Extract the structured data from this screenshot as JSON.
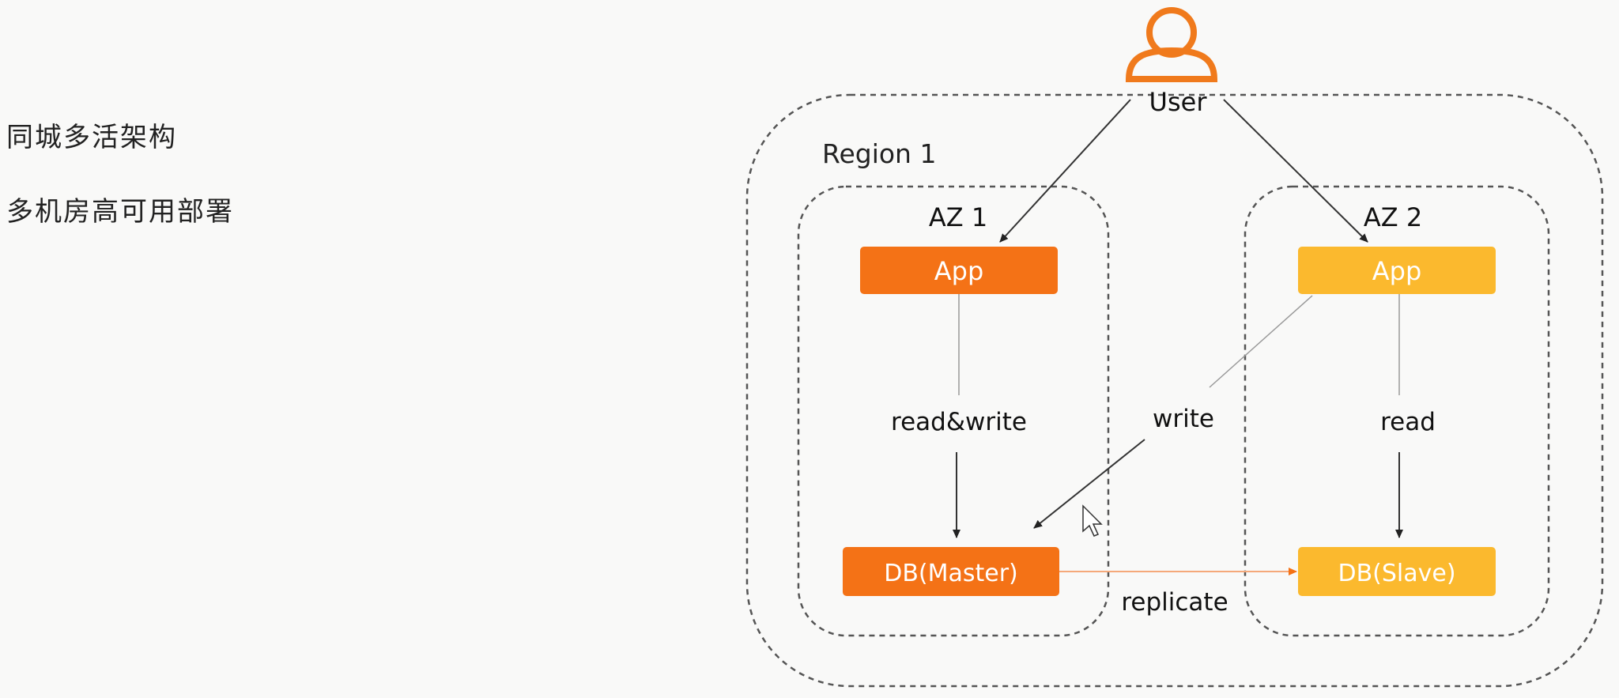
{
  "left_text": {
    "line1": "同城多活架构",
    "line2": "多机房高可用部署"
  },
  "diagram": {
    "user_label": "User",
    "region_label": "Region 1",
    "az1_label": "AZ 1",
    "az2_label": "AZ 2",
    "app1_label": "App",
    "app2_label": "App",
    "db_master_label": "DB(Master)",
    "db_slave_label": "DB(Slave)",
    "edge_read_write": "read&write",
    "edge_write": "write",
    "edge_read": "read",
    "edge_replicate": "replicate"
  },
  "colors": {
    "primary_orange": "#f47216",
    "light_orange": "#fbb92e",
    "user_icon": "#f07a1c"
  }
}
